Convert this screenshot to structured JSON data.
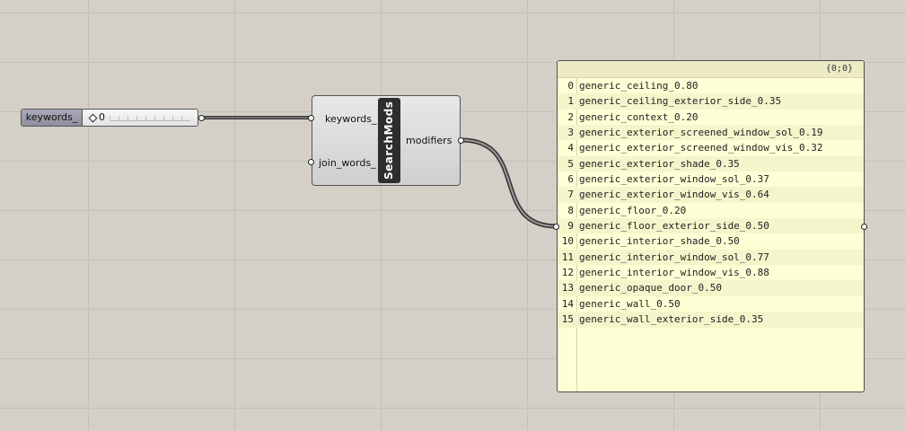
{
  "slider": {
    "label": "keywords_",
    "value": "0"
  },
  "component": {
    "name": "SearchMods",
    "inputs": [
      "keywords_",
      "join_words_"
    ],
    "output": "modifiers"
  },
  "panel": {
    "path": "{0;0}",
    "items": [
      {
        "index": "0",
        "value": "generic_ceiling_0.80"
      },
      {
        "index": "1",
        "value": "generic_ceiling_exterior_side_0.35"
      },
      {
        "index": "2",
        "value": "generic_context_0.20"
      },
      {
        "index": "3",
        "value": "generic_exterior_screened_window_sol_0.19"
      },
      {
        "index": "4",
        "value": "generic_exterior_screened_window_vis_0.32"
      },
      {
        "index": "5",
        "value": "generic_exterior_shade_0.35"
      },
      {
        "index": "6",
        "value": "generic_exterior_window_sol_0.37"
      },
      {
        "index": "7",
        "value": "generic_exterior_window_vis_0.64"
      },
      {
        "index": "8",
        "value": "generic_floor_0.20"
      },
      {
        "index": "9",
        "value": "generic_floor_exterior_side_0.50"
      },
      {
        "index": "10",
        "value": "generic_interior_shade_0.50"
      },
      {
        "index": "11",
        "value": "generic_interior_window_sol_0.77"
      },
      {
        "index": "12",
        "value": "generic_interior_window_vis_0.88"
      },
      {
        "index": "13",
        "value": "generic_opaque_door_0.50"
      },
      {
        "index": "14",
        "value": "generic_wall_0.50"
      },
      {
        "index": "15",
        "value": "generic_wall_exterior_side_0.35"
      }
    ]
  }
}
